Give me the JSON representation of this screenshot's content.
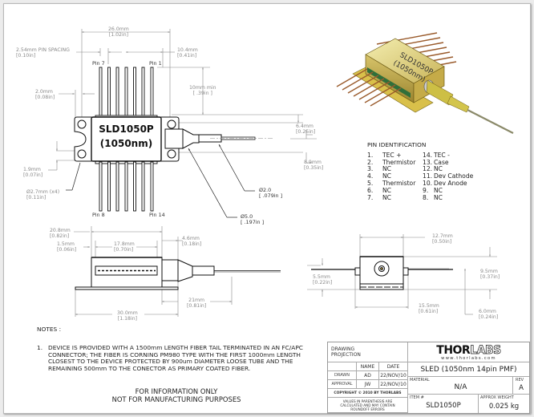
{
  "top_view": {
    "overall_length": {
      "mm": "26.0mm",
      "in": "[1.02in]"
    },
    "pin_spacing": {
      "mm": "2.54mm PIN SPACING",
      "in": "[0.10in]"
    },
    "edge_to_pin": {
      "mm": "10.4mm",
      "in": "[0.41in]"
    },
    "lead_length": {
      "mm": "10mm min",
      "in": "[ .39in ]"
    },
    "flange_offset": {
      "mm": "2.0mm",
      "in": "[0.08in]"
    },
    "hole_offset": {
      "mm": "1.9mm",
      "in": "[0.07in]"
    },
    "hole_diameter": {
      "mm": "Ø2.7mm (x4)",
      "in": "[0.11in]"
    },
    "fiber_offset_a": {
      "mm": "6.4mm",
      "in": "[0.25in]"
    },
    "fiber_offset_b": {
      "mm": "8.9mm",
      "in": "[0.35in]"
    },
    "tube_diameter_small": {
      "mm": "Ø2.0",
      "in": "[ .079in ]"
    },
    "tube_diameter_large": {
      "mm": "Ø5.0",
      "in": "[ .197in ]"
    },
    "pin_labels": {
      "pin7": "Pin 7",
      "pin1": "Pin 1",
      "pin8": "Pin 8",
      "pin14": "Pin 14"
    },
    "body_label_line1": "SLD1050P",
    "body_label_line2": "(1050nm)"
  },
  "side_view": {
    "body_length": {
      "mm": "20.8mm",
      "in": "[0.82in]"
    },
    "window_offset": {
      "mm": "1.5mm",
      "in": "[0.06in]"
    },
    "window_length": {
      "mm": "17.8mm",
      "in": "[0.70in]"
    },
    "nose_length": {
      "mm": "4.6mm",
      "in": "[0.18in]"
    },
    "boot_length": {
      "mm": "21mm",
      "in": "[0.81in]"
    },
    "flange_length": {
      "mm": "30.0mm",
      "in": "[1.18in]"
    }
  },
  "front_view": {
    "width": {
      "mm": "12.7mm",
      "in": "[0.50in]"
    },
    "lead_height": {
      "mm": "5.5mm",
      "in": "[0.22in]"
    },
    "height": {
      "mm": "9.5mm",
      "in": "[0.37in]"
    },
    "flange_width": {
      "mm": "15.5mm",
      "in": "[0.61in]"
    },
    "fiber_height": {
      "mm": "6.0mm",
      "in": "[0.24in]"
    }
  },
  "render_3d": {
    "label_line1": "SLD1050P",
    "label_line2": "(1050nm)"
  },
  "pin_identification": {
    "title": "PIN IDENTIFICATION",
    "left": [
      {
        "num": "1.",
        "name": "TEC +"
      },
      {
        "num": "2.",
        "name": "Thermistor"
      },
      {
        "num": "3.",
        "name": "NC"
      },
      {
        "num": "4.",
        "name": "NC"
      },
      {
        "num": "5.",
        "name": "Thermistor"
      },
      {
        "num": "6.",
        "name": "NC"
      },
      {
        "num": "7.",
        "name": "NC"
      }
    ],
    "right": [
      {
        "num": "14.",
        "name": "TEC -"
      },
      {
        "num": "13.",
        "name": "Case"
      },
      {
        "num": "12.",
        "name": "NC"
      },
      {
        "num": "11.",
        "name": "Dev Cathode"
      },
      {
        "num": "10.",
        "name": "Dev Anode"
      },
      {
        "num": "9.",
        "name": "NC"
      },
      {
        "num": "8.",
        "name": "NC"
      }
    ]
  },
  "notes": {
    "heading": "NOTES :",
    "items": [
      {
        "num": "1.",
        "text": "DEVICE IS PROVIDED WITH A 1500mm LENGTH FIBER TAIL TERMINATED IN AN FC/APC CONNECTOR; THE FIBER IS CORNING PM980 TYPE WITH THE FIRST 1000mm LENGTH CLOSEST TO THE DEVICE PROTECTED BY 900um DIAMETER LOOSE TUBE AND THE REMAINING 500mm TO THE CONECTOR AS PRIMARY COATED FIBER."
      }
    ],
    "disclaimer_line1": "FOR INFORMATION ONLY",
    "disclaimer_line2": "NOT FOR MANUFACTURING PURPOSES"
  },
  "title_block": {
    "projection_label": "DRAWING PROJECTION",
    "col_name": "NAME",
    "col_date": "DATE",
    "drawn_label": "DRAWN",
    "drawn_name": "AD",
    "drawn_date": "22/NOV/10",
    "approval_label": "APPROVAL",
    "approval_name": "JW",
    "approval_date": "22/NOV/10",
    "copyright": "COPYRIGHT © 2010 BY THORLABS",
    "values_note": "VALUES IN PARENTHESIS ARE CALCULATED AND MAY CONTAIN ROUNDOFF ERRORS",
    "logo_bold": "THOR",
    "logo_outline": "LABS",
    "website": "www.thorlabs.com",
    "description": "SLED (1050nm 14pin PMF)",
    "material_label": "MATERIAL",
    "material_value": "N/A",
    "rev_label": "REV",
    "rev_value": "A",
    "item_label": "ITEM #",
    "item_value": "SLD1050P",
    "weight_label": "APPROX WEIGHT",
    "weight_value": "0.025 kg"
  }
}
